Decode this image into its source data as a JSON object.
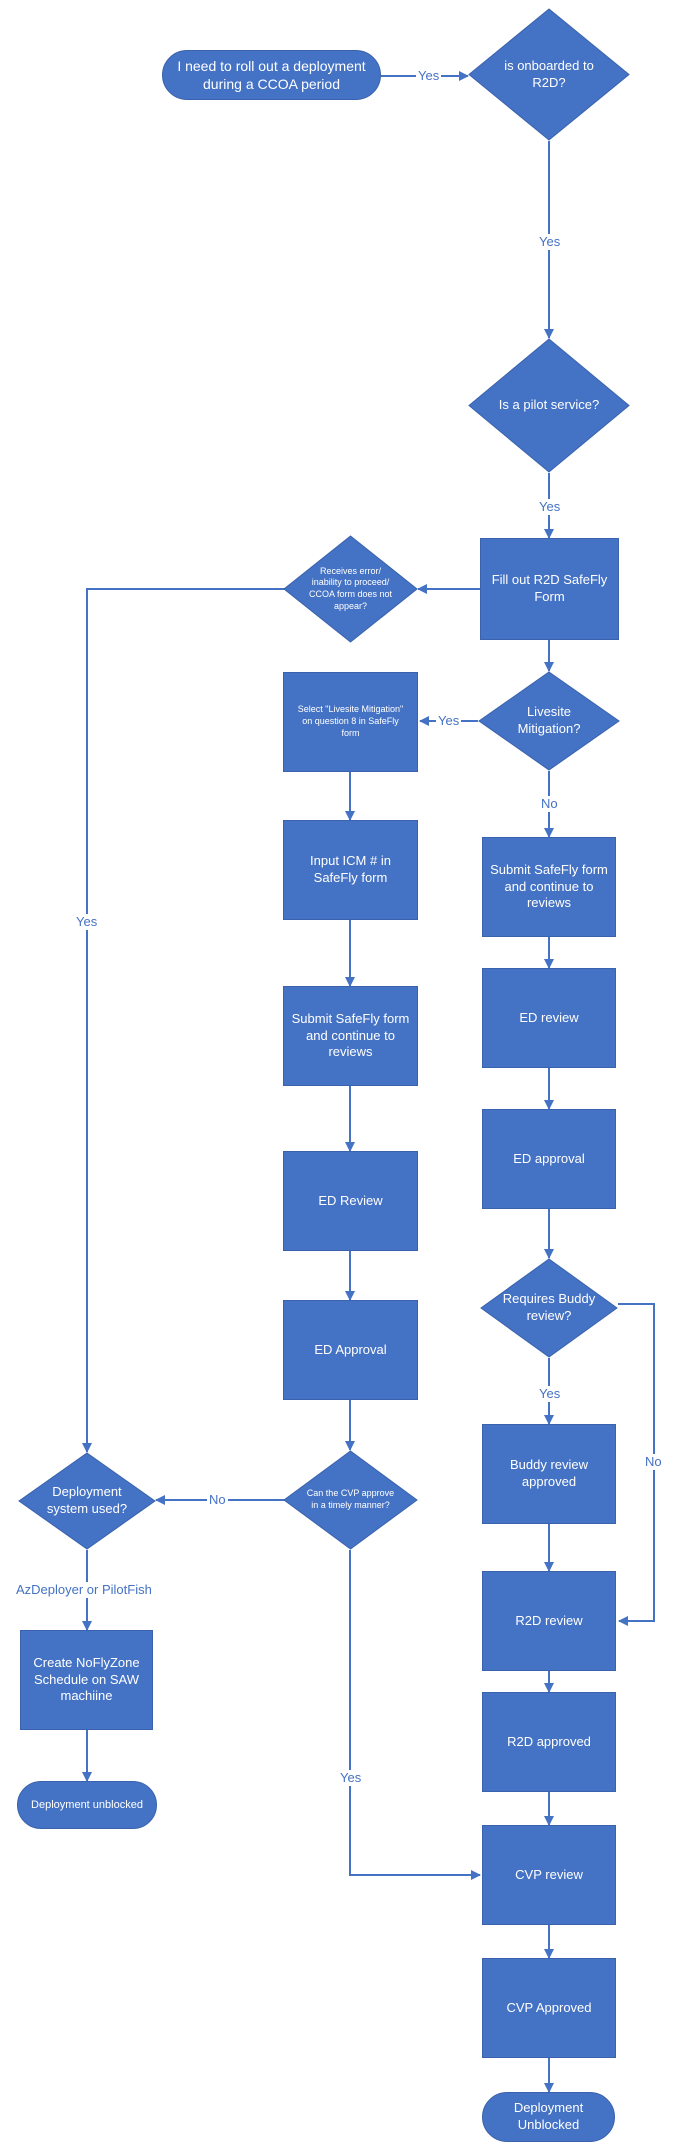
{
  "colors": {
    "fill": "#4472c4",
    "stroke": "#3a62ad",
    "line": "#4472c4",
    "text": "#ffffff"
  },
  "nodes": {
    "start": "I need to roll out a deployment\nduring a CCOA period",
    "q_onboarded": "is onboarded to\nR2D?",
    "q_pilot": "Is a pilot service?",
    "fill_form": "Fill out R2D SafeFly\nForm",
    "q_error": "Receives error/\ninability to proceed/\nCCOA form does not\nappear?",
    "q_livesite": "Livesite\nMitigation?",
    "select_livesite": "Select \"Livesite Mitigation\"\non question 8 in SafeFly\nform",
    "input_icm": "Input ICM # in\nSafeFly form",
    "submit_left": "Submit SafeFly form\nand continue to\nreviews",
    "ed_review_left": "ED Review",
    "ed_approval_left": "ED Approval",
    "q_cvp_timely": "Can the CVP approve\nin a timely manner?",
    "q_deploy_system": "Deployment\nsystem used?",
    "create_nofly": "Create NoFlyZone\nSchedule on SAW\nmachiine",
    "end_left": "Deployment unblocked",
    "submit_right": "Submit SafeFly form\nand continue to\nreviews",
    "ed_review_right": "ED review",
    "ed_approval_right": "ED approval",
    "q_buddy": "Requires Buddy\nreview?",
    "buddy_approved": "Buddy review\napproved",
    "r2d_review": "R2D review",
    "r2d_approved": "R2D approved",
    "cvp_review": "CVP review",
    "cvp_approved": "CVP Approved",
    "end_right": "Deployment\nUnblocked"
  },
  "edge_labels": {
    "start_to_onboarded": "Yes",
    "onboarded_to_pilot": "Yes",
    "pilot_to_form": "Yes",
    "error_to_deploy": "Yes",
    "livesite_yes": "Yes",
    "livesite_no": "No",
    "buddy_yes": "Yes",
    "buddy_no": "No",
    "cvp_timely_no": "No",
    "cvp_timely_yes": "Yes",
    "deploy_system": "AzDeployer or PilotFish"
  }
}
